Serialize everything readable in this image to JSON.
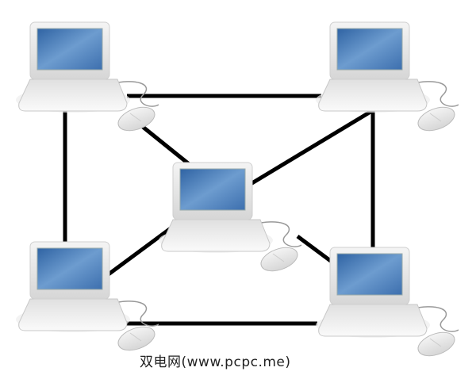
{
  "diagram": {
    "type": "network-topology",
    "nodes": [
      {
        "id": "top-left",
        "kind": "computer"
      },
      {
        "id": "top-right",
        "kind": "computer"
      },
      {
        "id": "center",
        "kind": "computer"
      },
      {
        "id": "bottom-left",
        "kind": "computer"
      },
      {
        "id": "bottom-right",
        "kind": "computer"
      }
    ],
    "edges": [
      [
        "top-left",
        "top-right"
      ],
      [
        "top-left",
        "bottom-left"
      ],
      [
        "top-right",
        "bottom-right"
      ],
      [
        "bottom-left",
        "bottom-right"
      ],
      [
        "top-left",
        "center"
      ],
      [
        "top-right",
        "center"
      ],
      [
        "bottom-left",
        "center"
      ],
      [
        "bottom-right",
        "center"
      ]
    ],
    "colors": {
      "screen": "#4a7fb8",
      "link": "#000000",
      "body": "#e8e8e8"
    }
  },
  "watermark": "双电网(www.pcpc.me)"
}
